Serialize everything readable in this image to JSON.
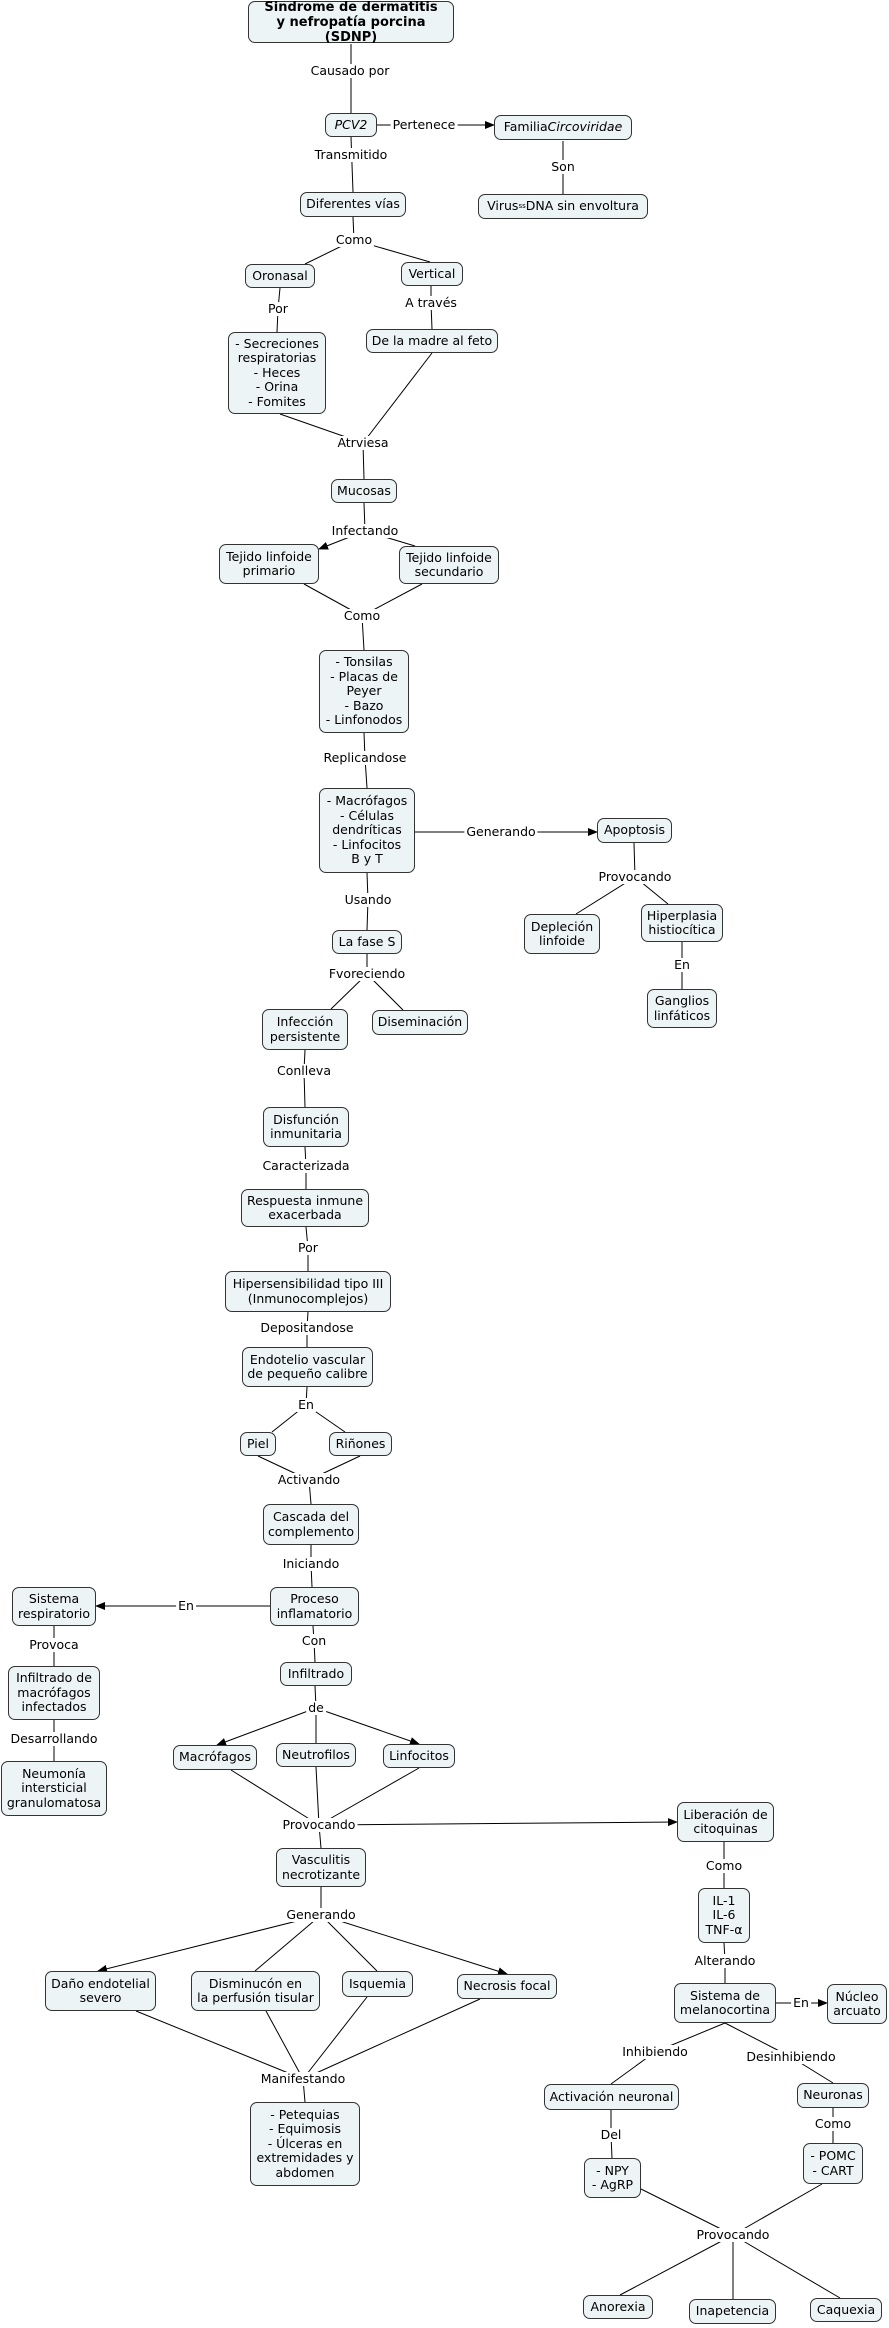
{
  "nodes": {
    "sdnp": "Sindrome de dermatitis\ny nefropatía porcina (SDNP)",
    "pcv2": "PCV2",
    "familia_pre": "Familia ",
    "familia_it": "Circoviridae",
    "virus_pre": "Virus ",
    "virus_sub": "ss",
    "virus_post": "DNA sin envoltura",
    "vias": "Diferentes vías",
    "oronasal": "Oronasal",
    "vertical": "Vertical",
    "secreciones": "- Secreciones\nrespiratorias\n- Heces\n- Orina\n- Fomites",
    "madre": "De la madre al feto",
    "mucosas": "Mucosas",
    "tej_primario": "Tejido linfoide\nprimario",
    "tej_secundario": "Tejido linfoide\nsecundario",
    "tonsilas": "- Tonsilas\n- Placas de\nPeyer\n- Bazo\n- Linfonodos",
    "macrofagos_cel": "- Macrófagos\n- Células\ndendríticas\n- Linfocitos\nB y T",
    "apoptosis": "Apoptosis",
    "deplecion": "Depleción\nlinfoide",
    "hiperplasia": "Hiperplasia\nhistiocítica",
    "ganglios": "Ganglios\nlinfáticos",
    "fase_s": "La fase S",
    "infeccion": "Infección\npersistente",
    "diseminacion": "Diseminación",
    "disfuncion": "Disfunción\ninmunitaria",
    "respuesta": "Respuesta inmune\nexacerbada",
    "hipersens": "Hipersensibilidad tipo III\n(Inmunocomplejos)",
    "endotelio": "Endotelio vascular\nde pequeño calibre",
    "piel": "Piel",
    "rinones": "Riñones",
    "cascada": "Cascada del\ncomplemento",
    "proceso": "Proceso\ninflamatorio",
    "sist_resp": "Sistema\nrespiratorio",
    "infiltrado_macro": "Infiltrado de\nmacrófagos\ninfectados",
    "neumonia": "Neumonía\nintersticial\ngranulomatosa",
    "infiltrado": "Infiltrado",
    "macrofagos": "Macrófagos",
    "neutrofilos": "Neutrofilos",
    "linfocitos": "Linfocitos",
    "liberacion": "Liberación de\ncitoquinas",
    "il": "IL-1\nIL-6\nTNF-α",
    "vasculitis": "Vasculitis\nnecrotizante",
    "dano": "Daño endotelial\nsevero",
    "disminucion": "Disminucón en\nla perfusión tisular",
    "isquemia": "Isquemia",
    "necrosis": "Necrosis focal",
    "petequias": "- Petequias\n- Equimosis\n- Úlceras en\nextremidades y\nabdomen",
    "melanocortina": "Sistema de\nmelanocortina",
    "nucleo": "Núcleo\narcuato",
    "activacion": "Activación neuronal",
    "neuronas": "Neuronas",
    "npy": "- NPY\n- AgRP",
    "pomc": "- POMC\n- CART",
    "anorexia": "Anorexia",
    "inapetencia": "Inapetencia",
    "caquexia": "Caquexia"
  },
  "labels": {
    "causado_por": "Causado por",
    "pertenece": "Pertenece",
    "son": "Son",
    "transmitido": "Transmitido",
    "como1": "Como",
    "por1": "Por",
    "a_traves": "A través",
    "atraviesa": "Atrviesa",
    "infectando": "Infectando",
    "como2": "Como",
    "replicandose": "Replicandose",
    "generando1": "Generando",
    "provocando1": "Provocando",
    "en1": "En",
    "usando": "Usando",
    "favoreciendo": "Fvoreciendo",
    "conlleva": "Conlleva",
    "caracterizada": "Caracterizada",
    "por2": "Por",
    "depositandose": "Depositandose",
    "en2": "En",
    "activando": "Activando",
    "iniciando": "Iniciando",
    "en3": "En",
    "provoca": "Provoca",
    "desarrollando": "Desarrollando",
    "con": "Con",
    "de": "de",
    "provocando2": "Provocando",
    "como3": "Como",
    "alterando": "Alterando",
    "en4": "En",
    "inhibiendo": "Inhibiendo",
    "desinhibiendo": "Desinhibiendo",
    "del": "Del",
    "como4": "Como",
    "generando2": "Generando",
    "manifestando": "Manifestando",
    "provocando3": "Provocando"
  },
  "colors": {
    "node_fill": "#edf4f6",
    "node_border": "#333333",
    "line": "#000000"
  }
}
